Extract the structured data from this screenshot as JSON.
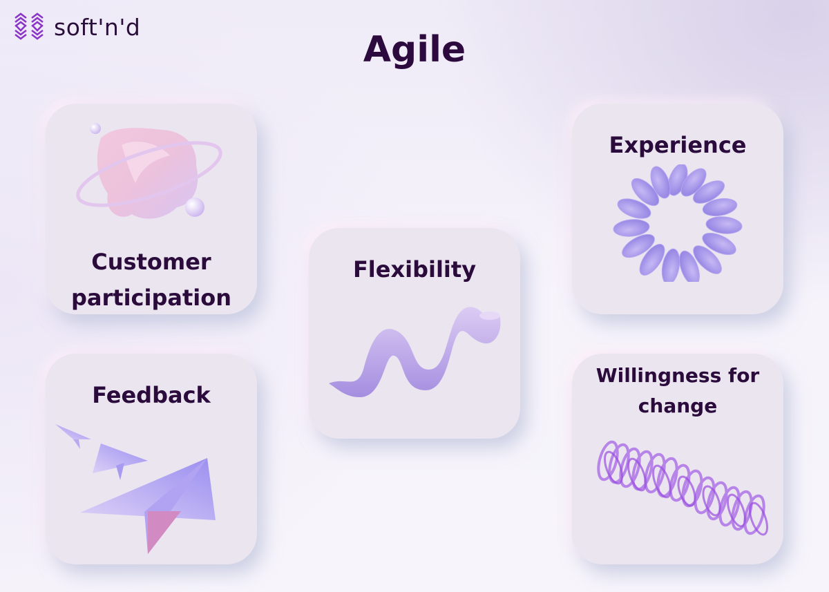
{
  "brand": {
    "name": "soft'n'd",
    "logo_icon": "hexagon-weave-icon",
    "logo_color": "#8a35c8"
  },
  "page": {
    "title": "Agile"
  },
  "cards": [
    {
      "label_lines": [
        "Customer",
        "participation"
      ],
      "icon": "blob-planet-ring-icon"
    },
    {
      "label_lines": [
        "Flexibility"
      ],
      "icon": "wavy-tube-icon"
    },
    {
      "label_lines": [
        "Experience"
      ],
      "icon": "torus-discs-icon"
    },
    {
      "label_lines": [
        "Feedback"
      ],
      "icon": "paper-planes-icon"
    },
    {
      "label_lines": [
        "Willingness for",
        "change"
      ],
      "icon": "coil-spring-icon"
    }
  ],
  "colors": {
    "text_dark": "#2a0b3b",
    "card_bg": "#ebe5f0",
    "accent_lavender": "#a693e8",
    "accent_pink": "#e9b6d6"
  }
}
